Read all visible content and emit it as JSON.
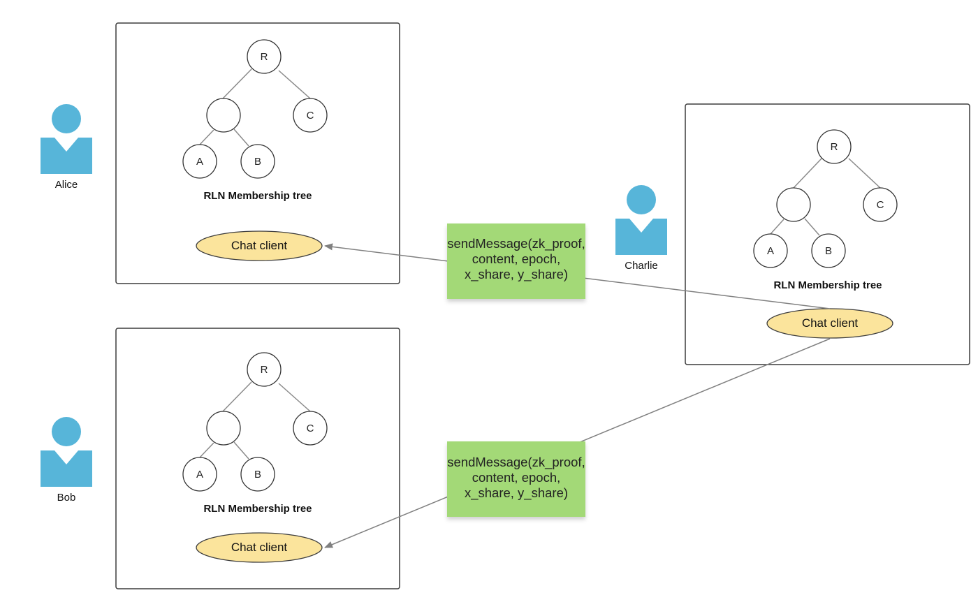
{
  "colors": {
    "person": "#57b5d9",
    "chat_client_fill": "#fbe49c",
    "note_fill": "#a3d977",
    "border": "#3c3c3c",
    "connector": "#808080"
  },
  "people": [
    {
      "name": "Alice",
      "icon": "user-icon"
    },
    {
      "name": "Bob",
      "icon": "user-icon"
    },
    {
      "name": "Charlie",
      "icon": "user-icon"
    }
  ],
  "panels": [
    {
      "tree": {
        "root": "R",
        "right": "C",
        "leaf_left": "A",
        "leaf_right": "B",
        "title": "RLN Membership tree"
      },
      "client": "Chat client"
    },
    {
      "tree": {
        "root": "R",
        "right": "C",
        "leaf_left": "A",
        "leaf_right": "B",
        "title": "RLN Membership tree"
      },
      "client": "Chat client"
    },
    {
      "tree": {
        "root": "R",
        "right": "C",
        "leaf_left": "A",
        "leaf_right": "B",
        "title": "RLN Membership tree"
      },
      "client": "Chat client"
    }
  ],
  "messages": [
    {
      "lines": [
        "sendMessage(zk_proof,",
        "content, epoch,",
        "x_share, y_share)"
      ]
    },
    {
      "lines": [
        "sendMessage(zk_proof,",
        "content, epoch,",
        "x_share, y_share)"
      ]
    }
  ]
}
